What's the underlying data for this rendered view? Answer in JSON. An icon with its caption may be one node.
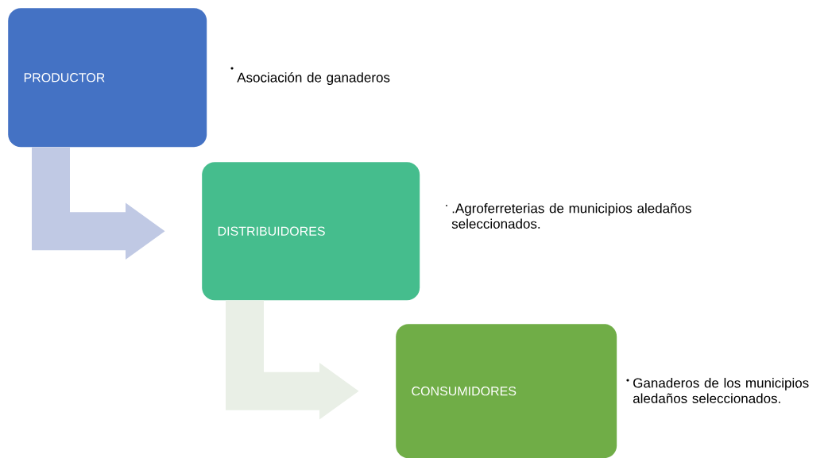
{
  "diagram": {
    "nodes": [
      {
        "text": [
          "PRODUCTOR"
        ],
        "beside": [
          "Asociación de ganaderos"
        ]
      },
      {
        "text": [
          "DISTRIBUIDORES"
        ],
        "beside": [
          ".Agroferreterias de municipios aledaños seleccionados."
        ]
      },
      {
        "text": [
          "CONSUMIDORES"
        ],
        "beside": [
          "Ganaderos de los municipios aledaños seleccionados."
        ]
      }
    ],
    "edges": [
      {
        "from": 0,
        "to": 1,
        "arrow": "to",
        "color": "#c0c9e4"
      },
      {
        "from": 1,
        "to": 2,
        "arrow": "to",
        "color": "#e9efe6"
      }
    ]
  }
}
